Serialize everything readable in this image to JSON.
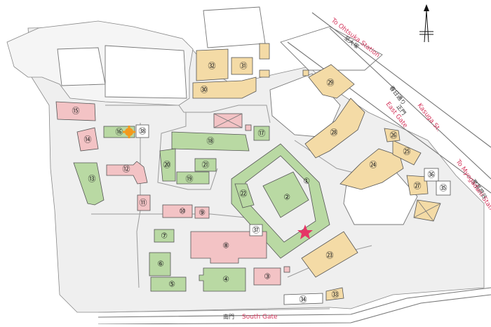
{
  "map": {
    "colors": {
      "green": "#b9d9a3",
      "pink": "#f3c3c5",
      "yellow": "#f4dba6",
      "gray": "#efefef",
      "star": "#e53566",
      "marker": "#f39a1e"
    },
    "labels": {
      "north_upper": "至大塚",
      "north_road": "To Ohtsuka Station",
      "kasuga_jp": "春日通り",
      "kasuga_en": "Kasuga St.",
      "east_gate_jp": "正門",
      "east_gate_en": "East Gate",
      "myogadani_jp": "至茗荷谷",
      "myogadani_en": "To Myogadani Station",
      "south_gate_jp": "南門",
      "south_gate_en": "South Gate"
    },
    "buildings": [
      {
        "num": "①",
        "color": "green"
      },
      {
        "num": "②",
        "color": "green"
      },
      {
        "num": "③",
        "color": "pink"
      },
      {
        "num": "④",
        "color": "green"
      },
      {
        "num": "⑤",
        "color": "green"
      },
      {
        "num": "⑥",
        "color": "green"
      },
      {
        "num": "⑦",
        "color": "green"
      },
      {
        "num": "⑧",
        "color": "pink"
      },
      {
        "num": "⑨",
        "color": "pink"
      },
      {
        "num": "⑩",
        "color": "pink"
      },
      {
        "num": "⑪",
        "color": "pink"
      },
      {
        "num": "⑫",
        "color": "pink"
      },
      {
        "num": "⑬",
        "color": "green"
      },
      {
        "num": "⑭",
        "color": "pink"
      },
      {
        "num": "⑮",
        "color": "pink"
      },
      {
        "num": "⑯",
        "color": "green"
      },
      {
        "num": "⑰",
        "color": "green"
      },
      {
        "num": "⑱",
        "color": "green"
      },
      {
        "num": "⑲",
        "color": "green"
      },
      {
        "num": "⑳",
        "color": "green"
      },
      {
        "num": "㉑",
        "color": "green"
      },
      {
        "num": "㉒",
        "color": "green"
      },
      {
        "num": "㉓",
        "color": "yellow"
      },
      {
        "num": "㉔",
        "color": "yellow"
      },
      {
        "num": "㉕",
        "color": "yellow"
      },
      {
        "num": "㉖",
        "color": "yellow"
      },
      {
        "num": "㉗",
        "color": "yellow"
      },
      {
        "num": "㉘",
        "color": "yellow"
      },
      {
        "num": "㉙",
        "color": "yellow"
      },
      {
        "num": "㉚",
        "color": "yellow"
      },
      {
        "num": "㉛",
        "color": "yellow"
      },
      {
        "num": "㉜",
        "color": "yellow"
      },
      {
        "num": "㉝",
        "color": "yellow"
      },
      {
        "num": "㉞",
        "color": "white"
      },
      {
        "num": "㉟",
        "color": "white"
      },
      {
        "num": "㊱",
        "color": "white"
      },
      {
        "num": "㊲",
        "color": "white"
      },
      {
        "num": "㊳",
        "color": "white"
      }
    ]
  }
}
